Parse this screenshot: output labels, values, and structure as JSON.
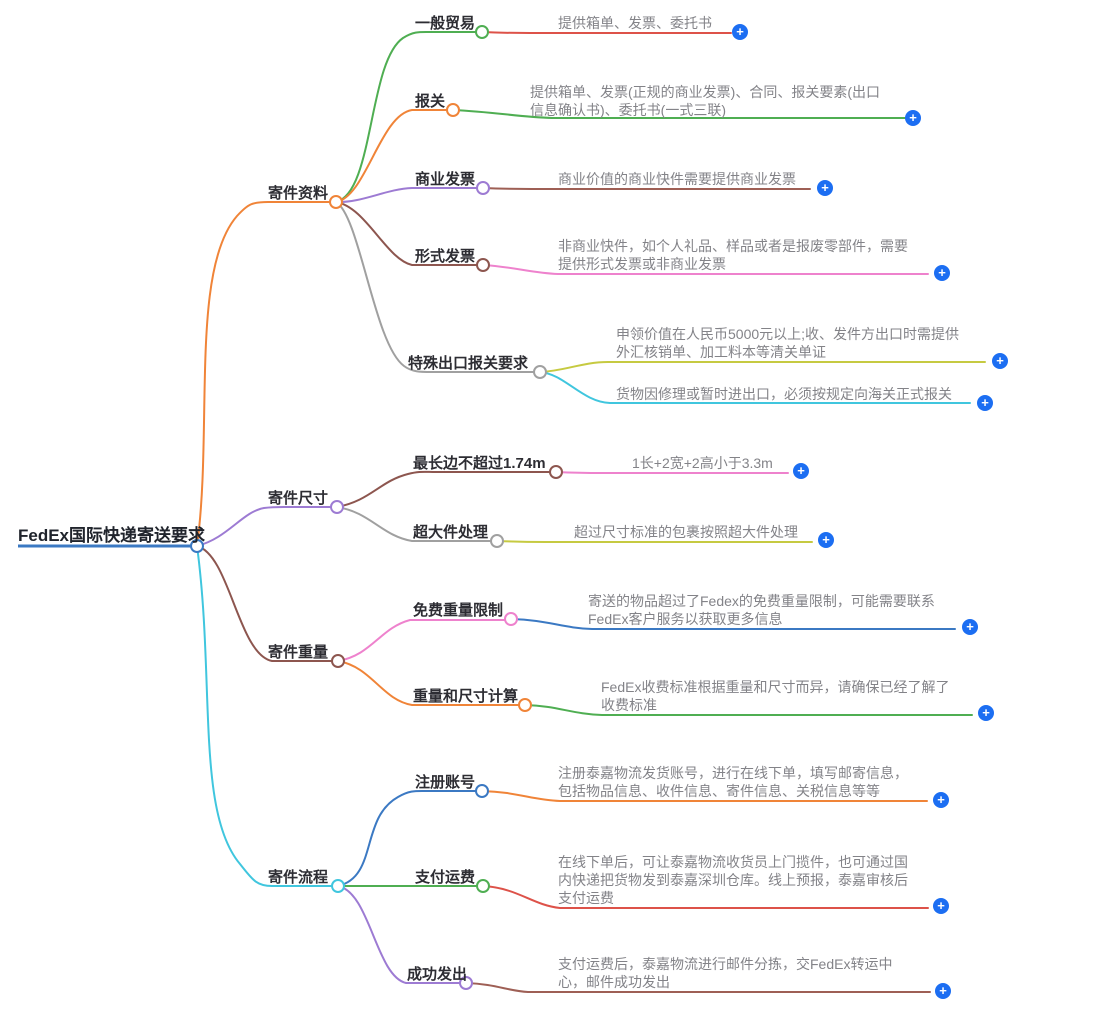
{
  "title": "FedEx国际快递寄送要求",
  "ui": {
    "expand_glyph": "+"
  },
  "colors": {
    "blue": "#3b79c3",
    "orange": "#f08438",
    "green": "#4fae52",
    "red": "#dd5249",
    "purple": "#9d7bd3",
    "brown": "#8d564f",
    "maroon": "#9e5f55",
    "gray": "#a0a0a0",
    "pink": "#ee82cd",
    "yellow": "#c6ca41",
    "cyan": "#40c6de",
    "expand_blue": "#1c6ef2"
  },
  "branches": [
    {
      "label": "寄件资料",
      "children": [
        {
          "label": "一般贸易",
          "desc": "提供箱单、发票、委托书"
        },
        {
          "label": "报关",
          "desc": "提供箱单、发票(正规的商业发票)、合同、报关要素(出口\n信息确认书)、委托书(一式三联)"
        },
        {
          "label": "商业发票",
          "desc": "商业价值的商业快件需要提供商业发票"
        },
        {
          "label": "形式发票",
          "desc": "非商业快件，如个人礼品、样品或者是报废零部件，需要\n提供形式发票或非商业发票"
        },
        {
          "label": "特殊出口报关要求",
          "descs": [
            "申领价值在人民币5000元以上;收、发件方出口时需提供\n外汇核销单、加工料本等清关单证",
            "货物因修理或暂时进出口，必须按规定向海关正式报关"
          ]
        }
      ]
    },
    {
      "label": "寄件尺寸",
      "children": [
        {
          "label": "最长边不超过1.74m",
          "desc": "1长+2宽+2高小于3.3m"
        },
        {
          "label": "超大件处理",
          "desc": "超过尺寸标准的包裹按照超大件处理"
        }
      ]
    },
    {
      "label": "寄件重量",
      "children": [
        {
          "label": "免费重量限制",
          "desc": "寄送的物品超过了Fedex的免费重量限制，可能需要联系\nFedEx客户服务以获取更多信息"
        },
        {
          "label": "重量和尺寸计算",
          "desc": "FedEx收费标准根据重量和尺寸而异，请确保已经了解了\n收费标准"
        }
      ]
    },
    {
      "label": "寄件流程",
      "children": [
        {
          "label": "注册账号",
          "desc": "注册泰嘉物流发货账号，进行在线下单，填写邮寄信息，\n包括物品信息、收件信息、寄件信息、关税信息等等"
        },
        {
          "label": "支付运费",
          "desc": "在线下单后，可让泰嘉物流收货员上门揽件，也可通过国\n内快递把货物发到泰嘉深圳仓库。线上预报，泰嘉审核后\n支付运费"
        },
        {
          "label": "成功发出",
          "desc": "支付运费后，泰嘉物流进行邮件分拣，交FedEx转运中\n心，邮件成功发出"
        }
      ]
    }
  ]
}
